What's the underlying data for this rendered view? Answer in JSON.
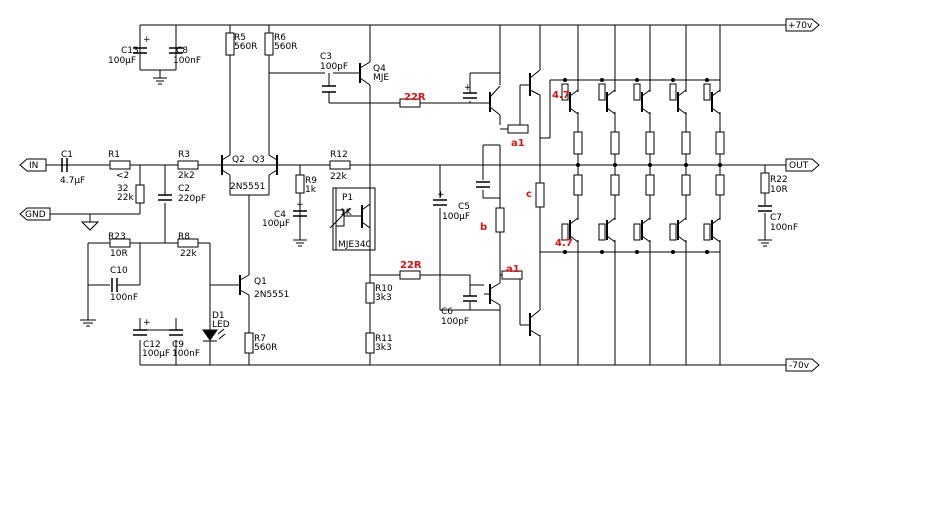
{
  "rails": {
    "pos": "+70v",
    "neg": "-70v"
  },
  "ports": {
    "in": "IN",
    "out": "OUT",
    "gnd": "GND"
  },
  "parts": {
    "c13": [
      "C13",
      "100µF"
    ],
    "c8": [
      "C8",
      "100nF"
    ],
    "r5": [
      "R5",
      "560R"
    ],
    "r6": [
      "R6",
      "560R"
    ],
    "c3": [
      "C3",
      "100pF"
    ],
    "q4": [
      "Q4",
      "MJE"
    ],
    "c1": [
      "C1",
      "4.7µF"
    ],
    "r1": [
      "R1",
      "<2"
    ],
    "r32": [
      "32",
      "22k"
    ],
    "r3": [
      "R3",
      "2k2"
    ],
    "c2": [
      "C2",
      "220pF"
    ],
    "q2": [
      "Q2"
    ],
    "q3": [
      "Q3"
    ],
    "q23": [
      "2N5551"
    ],
    "r12": [
      "R12",
      "22k"
    ],
    "r9": [
      "R9",
      "1k"
    ],
    "c4": [
      "C4",
      "100µF"
    ],
    "p1": [
      "P1",
      "1K"
    ],
    "q5": [
      "MJE340"
    ],
    "r23": [
      "R23",
      "10R"
    ],
    "r8": [
      "R8",
      "22k"
    ],
    "c10": [
      "C10",
      "100nF"
    ],
    "q1": [
      "Q1",
      "2N5551"
    ],
    "d1": [
      "D1",
      "LED"
    ],
    "r7": [
      "R7",
      "560R"
    ],
    "c12": [
      "C12",
      "100µF"
    ],
    "c9": [
      "C9",
      "100nF"
    ],
    "c5": [
      "C5",
      "100µF"
    ],
    "r10": [
      "R10",
      "3k3"
    ],
    "r11": [
      "R11",
      "3k3"
    ],
    "c6": [
      "C6",
      "100pF"
    ],
    "r22": [
      "R22",
      "10R"
    ],
    "c7": [
      "C7",
      "100nF"
    ]
  },
  "red_labels": {
    "r22r_top": "22R",
    "r22r_bot": "22R",
    "a1_top": "a1",
    "a1_bot": "a1",
    "b": "b",
    "c": "c",
    "v47_top": "4.7",
    "v47_bot": "4.7"
  }
}
